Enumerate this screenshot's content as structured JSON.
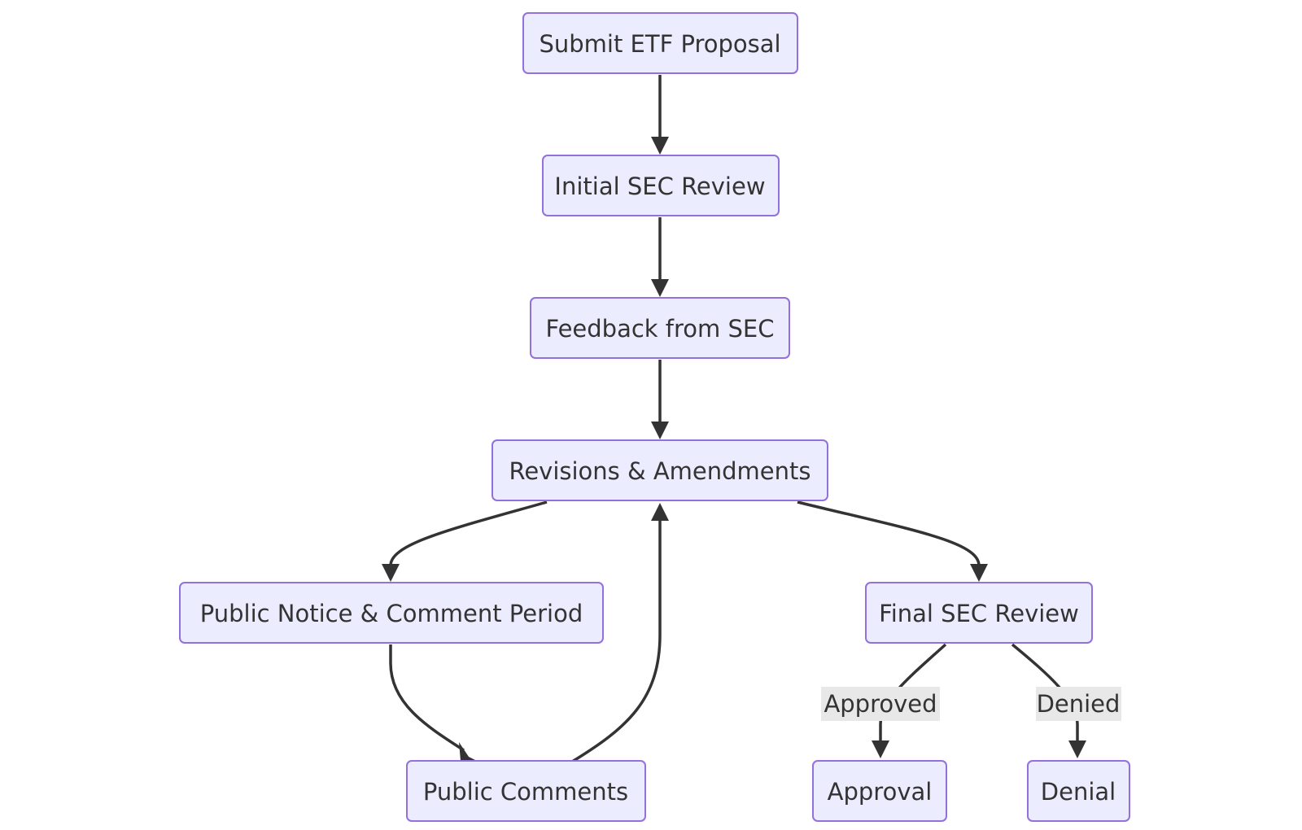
{
  "nodes": {
    "submit": "Submit ETF Proposal",
    "initial_review": "Initial SEC Review",
    "feedback": "Feedback from SEC",
    "revisions": "Revisions & Amendments",
    "public_notice": "Public Notice & Comment Period",
    "public_comments": "Public Comments",
    "final_review": "Final SEC Review",
    "approval": "Approval",
    "denial": "Denial"
  },
  "edge_labels": {
    "approved": "Approved",
    "denied": "Denied"
  },
  "colors": {
    "node_fill": "#ECECFF",
    "node_stroke": "#9370DB",
    "edge": "#333333",
    "text": "#333333",
    "edge_label_bg": "#e8e8e8"
  }
}
